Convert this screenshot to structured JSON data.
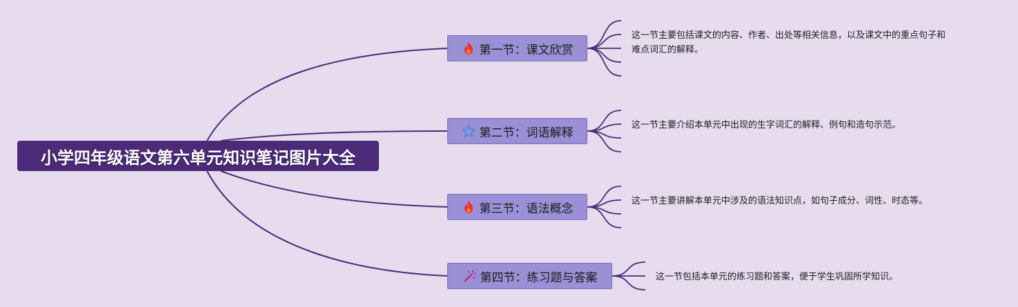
{
  "root": {
    "title": "小学四年级语文第六单元知识笔记图片大全"
  },
  "sections": [
    {
      "title": "第一节：课文欣赏",
      "icon": "fire-icon",
      "desc_line1": "这一节主要包括课文的内容、作者、出处等相关信息，以及课文中的重点句子和",
      "desc_line2": "难点词汇的解释。"
    },
    {
      "title": "第二节：词语解释",
      "icon": "star-outline-icon",
      "desc_line1": "这一节主要介绍本单元中出现的生字词汇的解释、例句和造句示范。"
    },
    {
      "title": "第三节：语法概念",
      "icon": "fire-icon",
      "desc_line1": "这一节主要讲解本单元中涉及的语法知识点，如句子成分、词性、时态等。"
    },
    {
      "title": "第四节：练习题与答案",
      "icon": "sparkle-wand-icon",
      "desc_line1": "这一节包括本单元的练习题和答案，便于学生巩固所学知识。"
    }
  ],
  "colors": {
    "background": "#e6dcee",
    "root": "#4b2a78",
    "node": "#9b8fd6",
    "line": "#4b2a78"
  }
}
